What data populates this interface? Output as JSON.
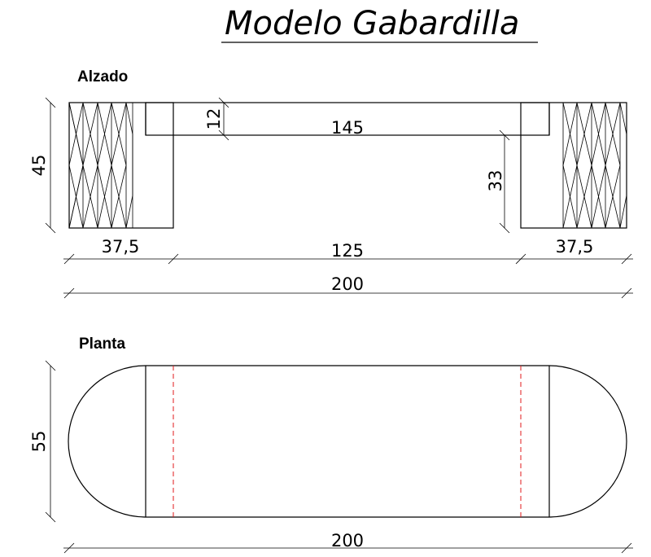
{
  "title": "Modelo Gabardilla",
  "alzado": {
    "label": "Alzado",
    "dims": {
      "height_total": "45",
      "top_thickness": "12",
      "top_length": "145",
      "leg_height": "33",
      "left_width": "37,5",
      "middle_width": "125",
      "right_width": "37,5",
      "overall_length": "200"
    }
  },
  "planta": {
    "label": "Planta",
    "dims": {
      "depth": "55",
      "overall_length": "200"
    }
  },
  "colors": {
    "line": "#000000",
    "hidden_line": "#e0181b"
  }
}
